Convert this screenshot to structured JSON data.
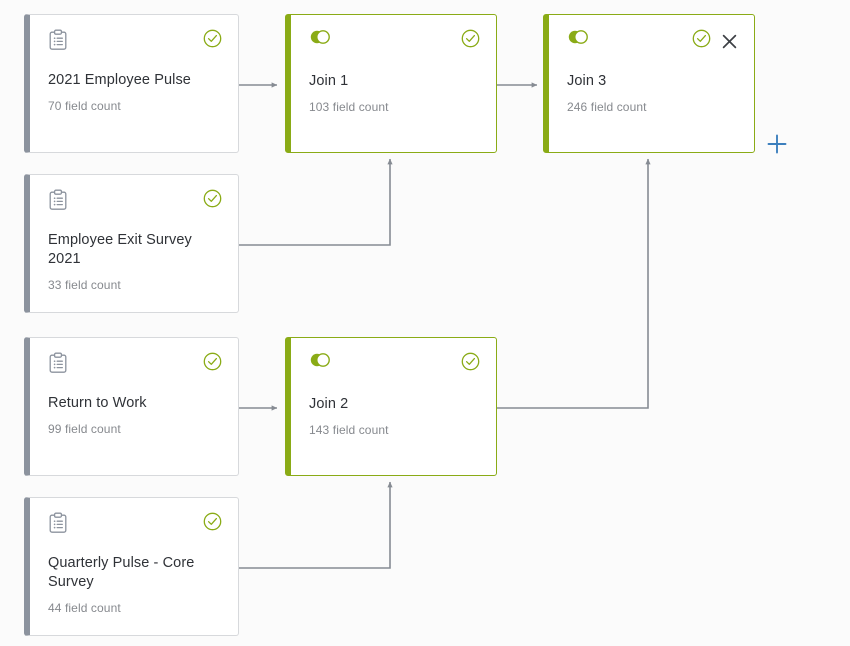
{
  "canvas": {
    "background_color": "#fbfbfb",
    "add_step_button": {
      "icon": "plus-icon",
      "label": "+",
      "color": "#3c7fbd"
    }
  },
  "theme": {
    "source_accent": "#8c939e",
    "join_accent": "#8aab16",
    "status_ok_color": "#8aab16",
    "connector_color": "#868b93",
    "card_border": "#d7d9dc",
    "title_color": "#2f3237",
    "subtitle_color": "#86898e",
    "add_button_color": "#3c7fbd"
  },
  "nodes": [
    {
      "id": "source-2021-employee-pulse",
      "type": "source",
      "icon": "clipboard-list-icon",
      "status_icon": "check-circle-icon",
      "title": "2021 Employee Pulse",
      "field_count": "70 field count",
      "closable": false
    },
    {
      "id": "source-employee-exit-survey-2021",
      "type": "source",
      "icon": "clipboard-list-icon",
      "status_icon": "check-circle-icon",
      "title": "Employee Exit Survey 2021",
      "field_count": "33 field count",
      "closable": false
    },
    {
      "id": "source-return-to-work",
      "type": "source",
      "icon": "clipboard-list-icon",
      "status_icon": "check-circle-icon",
      "title": "Return to Work",
      "field_count": "99 field count",
      "closable": false
    },
    {
      "id": "source-quarterly-pulse-core-survey",
      "type": "source",
      "icon": "clipboard-list-icon",
      "status_icon": "check-circle-icon",
      "title": "Quarterly Pulse - Core Survey",
      "field_count": "44 field count",
      "closable": false
    },
    {
      "id": "join-1",
      "type": "join",
      "icon": "join-venn-icon",
      "status_icon": "check-circle-icon",
      "title": "Join 1",
      "field_count": "103 field count",
      "closable": false
    },
    {
      "id": "join-2",
      "type": "join",
      "icon": "join-venn-icon",
      "status_icon": "check-circle-icon",
      "title": "Join 2",
      "field_count": "143 field count",
      "closable": false
    },
    {
      "id": "join-3",
      "type": "join",
      "icon": "join-venn-icon",
      "status_icon": "check-circle-icon",
      "title": "Join 3",
      "field_count": "246 field count",
      "closable": true,
      "close_icon": "close-x-icon"
    }
  ],
  "connections": [
    {
      "from": "source-2021-employee-pulse",
      "to": "join-1",
      "style": "straight-right"
    },
    {
      "from": "source-employee-exit-survey-2021",
      "to": "join-1",
      "style": "elbow-up"
    },
    {
      "from": "source-return-to-work",
      "to": "join-2",
      "style": "straight-right"
    },
    {
      "from": "source-quarterly-pulse-core-survey",
      "to": "join-2",
      "style": "elbow-up"
    },
    {
      "from": "join-1",
      "to": "join-3",
      "style": "straight-right"
    },
    {
      "from": "join-2",
      "to": "join-3",
      "style": "elbow-up"
    }
  ]
}
